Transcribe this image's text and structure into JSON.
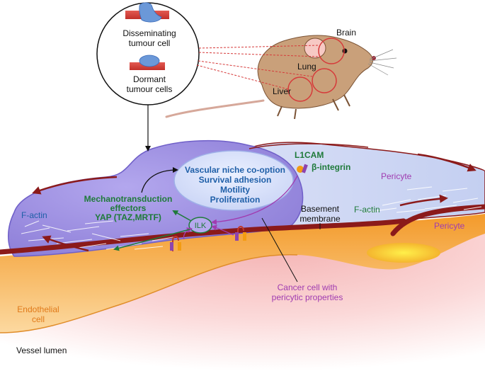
{
  "inset": {
    "disseminating_line1": "Disseminating",
    "disseminating_line2": "tumour cell",
    "dormant_line1": "Dormant",
    "dormant_line2": "tumour cells"
  },
  "mouse": {
    "brain": "Brain",
    "lung": "Lung",
    "liver": "Liver"
  },
  "cancer_cell": {
    "processes": [
      "Vascular niche co-option",
      "Survival adhesion",
      "Motility",
      "Proliferation"
    ],
    "l1cam": "L1CAM",
    "beta_integrin": "β-integrin",
    "mechano_line1": "Mechanotransduction",
    "mechano_line2": "effectors",
    "mechano_line3": "YAP (TAZ,MRTF)",
    "ilk": "ILK",
    "factin_left": "F-actin",
    "caption_line1": "Cancer cell with",
    "caption_line2": "pericytic properties"
  },
  "right_side": {
    "pericyte_upper": "Pericyte",
    "pericyte_lower": "Pericyte",
    "factin_right": "F-actin",
    "basement_line1": "Basement",
    "basement_line2": "membrane"
  },
  "vessel": {
    "endothelial_line1": "Endothelial",
    "endothelial_line2": "cell",
    "lumen": "Vessel lumen"
  },
  "colors": {
    "dark_red": "#8b1a1a",
    "green": "#1f7a3a",
    "blue": "#1f5fa8",
    "magenta": "#a03cb0",
    "cell_purple": "#9d8fe0",
    "lumen_pink": "#f6c4c4",
    "endothelial_orange": "#f6b24a",
    "pericyte_blue": "#cfd8f4"
  }
}
